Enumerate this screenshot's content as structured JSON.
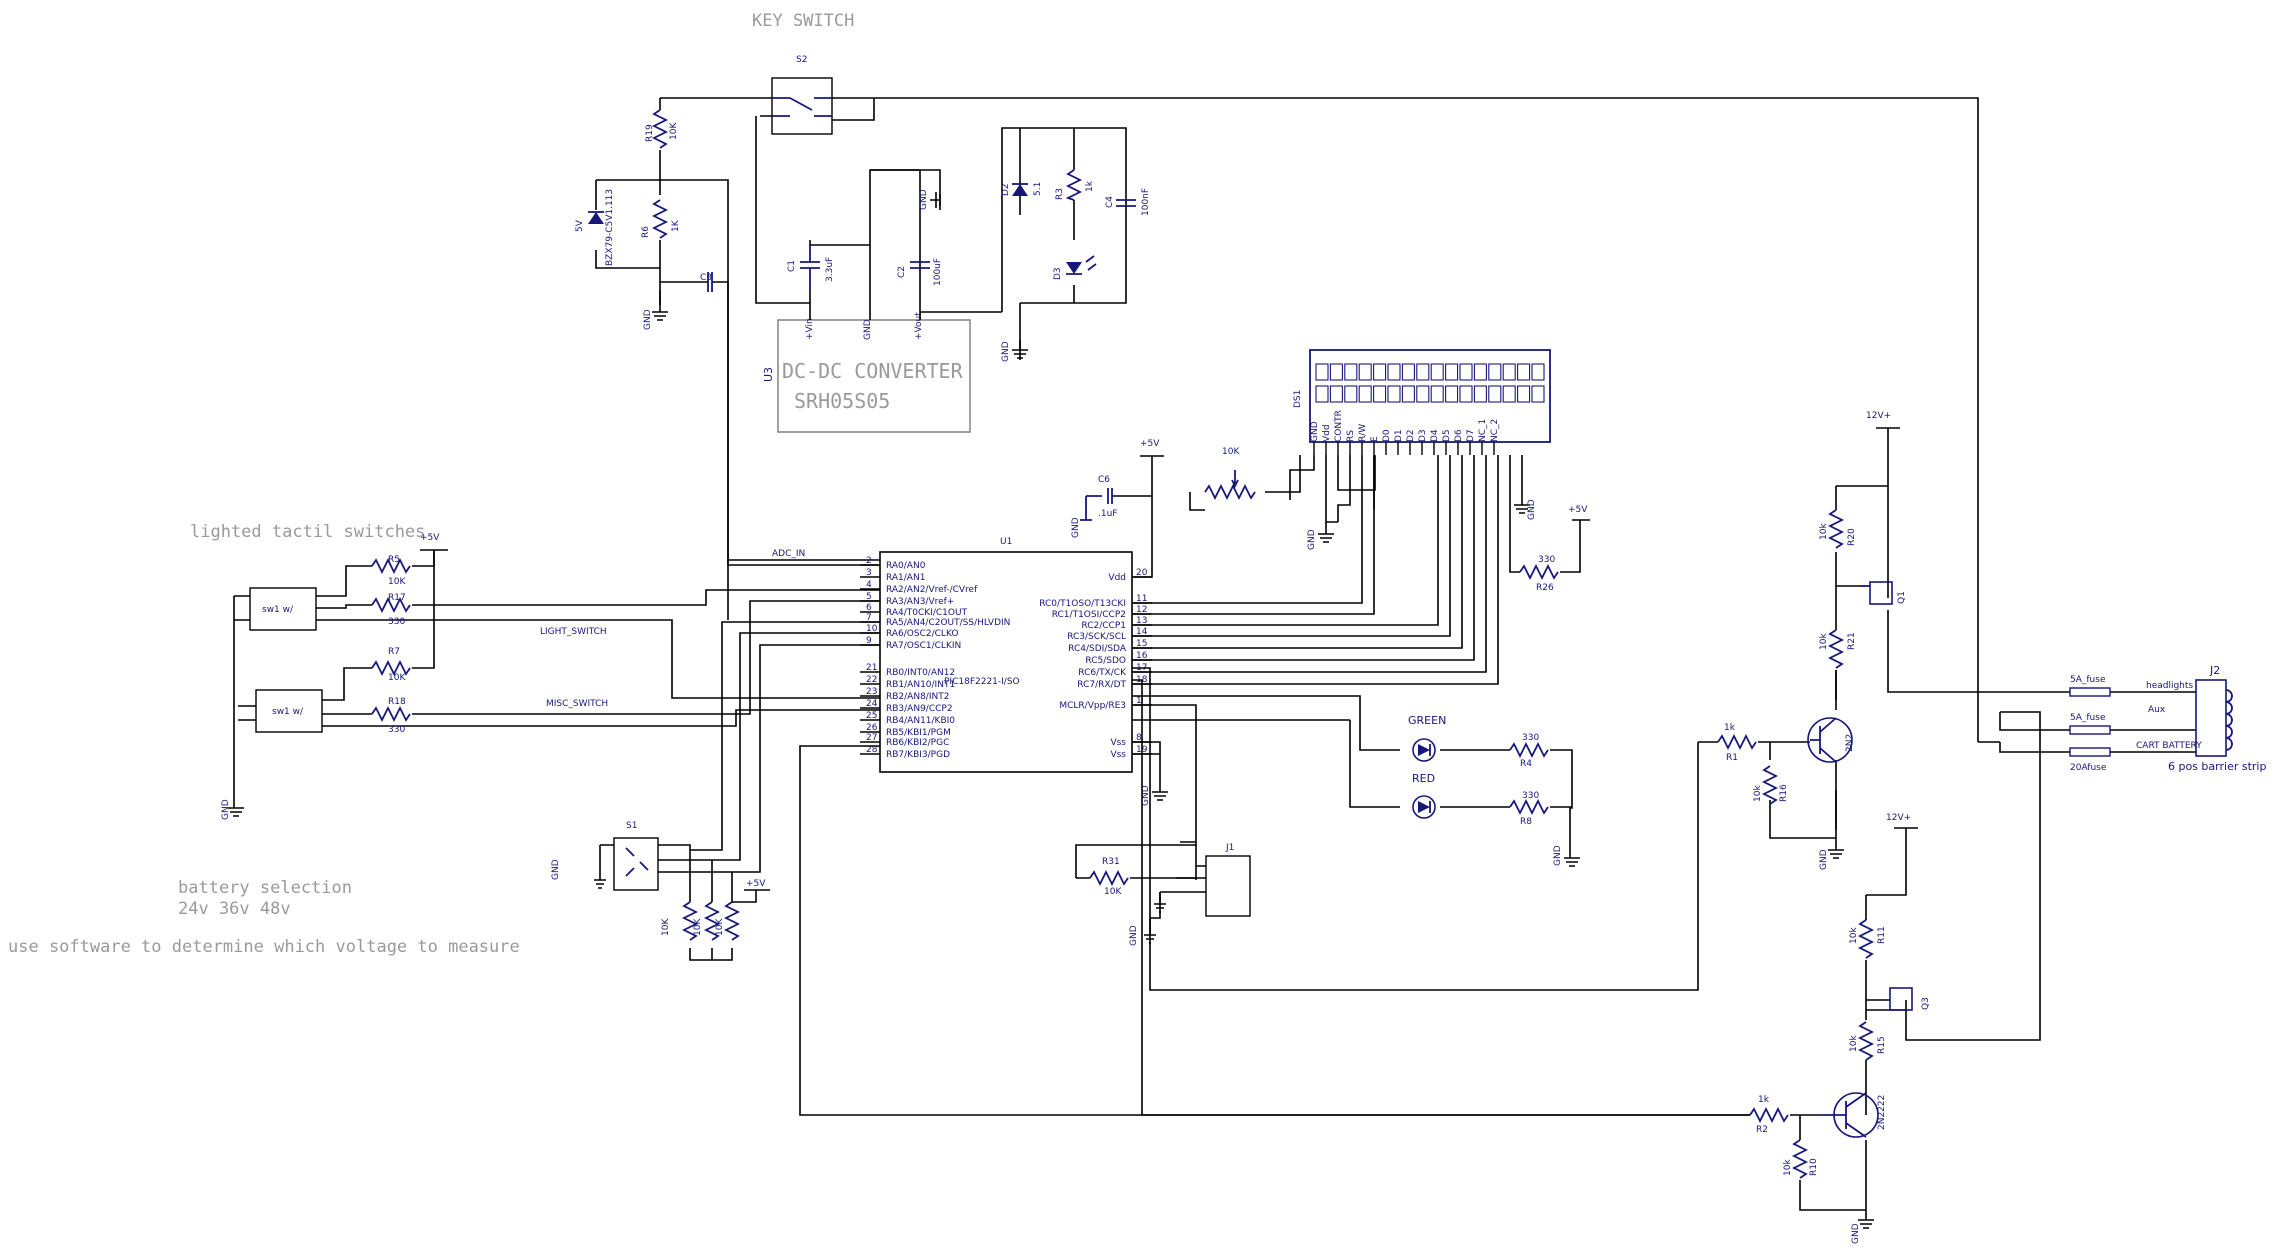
{
  "notes": {
    "key_switch": "KEY SWITCH",
    "lighted": "lighted tactil switches",
    "battery": "battery selection",
    "voltages": "24v 36v 48v",
    "software": "use software to determine which voltage to measure"
  },
  "converter": {
    "ref": "U3",
    "line1": "DC-DC CONVERTER",
    "line2": "SRH05S05",
    "pins": [
      "+Vin",
      "GND",
      "+Vout"
    ]
  },
  "mcu": {
    "ref": "U1",
    "part": "PIC18F2221-I/SO",
    "left_pins": [
      "RA0/AN0",
      "RA1/AN1",
      "RA2/AN2/Vref-/CVref",
      "RA3/AN3/Vref+",
      "RA4/T0CKI/C1OUT",
      "RA5/AN4/C2OUT/SS/HLVDIN",
      "RA6/OSC2/CLKO",
      "RA7/OSC1/CLKIN",
      "RB0/INT0/AN12",
      "RB1/AN10/INT1",
      "RB2/AN8/INT2",
      "RB3/AN9/CCP2",
      "RB4/AN11/KBI0",
      "RB5/KBI1/PGM",
      "RB6/KBI2/PGC",
      "RB7/KBI3/PGD"
    ],
    "left_nums": [
      "2",
      "3",
      "4",
      "5",
      "6",
      "7",
      "10",
      "9",
      "21",
      "22",
      "23",
      "24",
      "25",
      "26",
      "27",
      "28"
    ],
    "right_pins": [
      "Vdd",
      "RC0/T1OSO/T13CKI",
      "RC1/T1OSI/CCP2",
      "RC2/CCP1",
      "RC3/SCK/SCL",
      "RC4/SDI/SDA",
      "RC5/SDO",
      "RC6/TX/CK",
      "RC7/RX/DT",
      "MCLR/Vpp/RE3",
      "Vss",
      "Vss"
    ],
    "right_nums": [
      "20",
      "11",
      "12",
      "13",
      "14",
      "15",
      "16",
      "17",
      "18",
      "1",
      "8",
      "19"
    ]
  },
  "lcd": {
    "ref": "DS1",
    "pins": [
      "GND",
      "Vdd",
      "CONTR",
      "RS",
      "R/W",
      "E",
      "D0",
      "D1",
      "D2",
      "D3",
      "D4",
      "D5",
      "D6",
      "D7",
      "NC_1",
      "NC_2"
    ]
  },
  "nets": {
    "adc": "ADC_IN",
    "light": "LIGHT_SWITCH",
    "misc": "MISC_SWITCH",
    "vplus": "+5V",
    "v12": "12V+",
    "gnd": "GND"
  },
  "parts": {
    "s2": "S2",
    "r19": "R19",
    "r19v": "10K",
    "d5v": "5V",
    "bzx": "BZX79-C5V1.113",
    "r6": "R6",
    "r6v": "1K",
    "c3": "C3",
    "c1": "C1",
    "c1v": "3.3uF",
    "c2": "C2",
    "c2v": "100uF",
    "d2": "D2",
    "d2v": "5.1",
    "r3": "R3",
    "r3v": "1k",
    "c4": "C4",
    "c4v": "100nF",
    "d3": "D3",
    "c6": "C6",
    "c6v": ".1uF",
    "pot": "10K",
    "r26": "R26",
    "r26v": "330",
    "r5": "R5",
    "r5v": "10K",
    "r17": "R17",
    "r17v": "330",
    "r7": "R7",
    "r7v": "10K",
    "r18": "R18",
    "r18v": "330",
    "sw": "sw1 w/",
    "s1": "S1",
    "pullv": "10K",
    "green": "GREEN",
    "red": "RED",
    "r4": "R4",
    "r4v": "330",
    "r8": "R8",
    "r8v": "330",
    "r31": "R31",
    "r31v": "10K",
    "j1": "J1",
    "r20": "R20",
    "r20v": "10k",
    "q1": "Q1",
    "r21": "R21",
    "r21v": "10k",
    "r1": "R1",
    "r1v": "1k",
    "r16": "R16",
    "r16v": "10k",
    "q2": "2N2",
    "r11": "R11",
    "r11v": "10k",
    "q3": "Q3",
    "r15": "R15",
    "r15v": "10k",
    "r2": "R2",
    "r2v": "1k",
    "r10": "R10",
    "r10v": "10k",
    "q4": "2N2222",
    "j2": "J2",
    "j2v": "6 pos barrier strip",
    "fuse1": "5A_fuse",
    "fuse2": "5A_fuse",
    "fuse3": "20Afuse",
    "head": "headlights",
    "aux": "Aux",
    "batt": "CART BATTERY"
  }
}
